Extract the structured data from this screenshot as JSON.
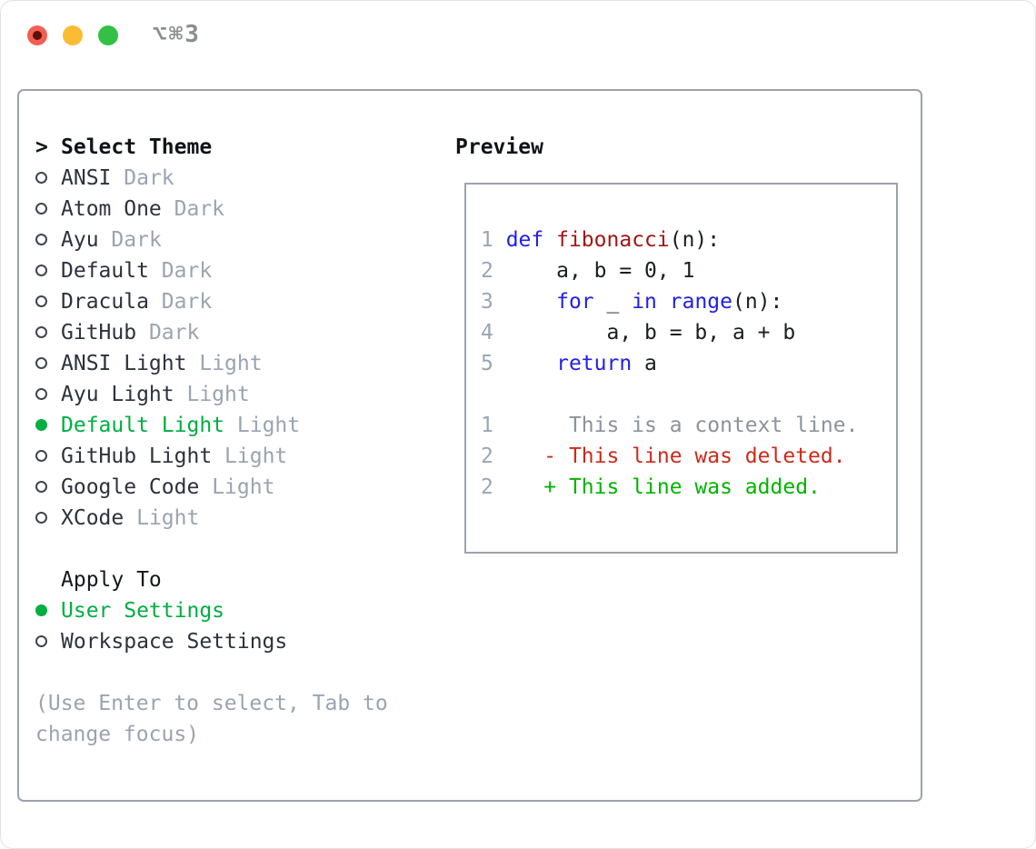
{
  "window": {
    "title": "⌥⌘3",
    "traffic_lights": [
      {
        "name": "close"
      },
      {
        "name": "minimize"
      },
      {
        "name": "zoom"
      }
    ]
  },
  "theme_picker": {
    "cursor": ">",
    "header": "Select Theme",
    "items": [
      {
        "name": "ANSI",
        "variant": "Dark",
        "selected": false
      },
      {
        "name": "Atom One",
        "variant": "Dark",
        "selected": false
      },
      {
        "name": "Ayu",
        "variant": "Dark",
        "selected": false
      },
      {
        "name": "Default",
        "variant": "Dark",
        "selected": false
      },
      {
        "name": "Dracula",
        "variant": "Dark",
        "selected": false
      },
      {
        "name": "GitHub",
        "variant": "Dark",
        "selected": false
      },
      {
        "name": "ANSI Light",
        "variant": "Light",
        "selected": false
      },
      {
        "name": "Ayu Light",
        "variant": "Light",
        "selected": false
      },
      {
        "name": "Default Light",
        "variant": "Light",
        "selected": true
      },
      {
        "name": "GitHub Light",
        "variant": "Light",
        "selected": false
      },
      {
        "name": "Google Code",
        "variant": "Light",
        "selected": false
      },
      {
        "name": "XCode",
        "variant": "Light",
        "selected": false
      }
    ]
  },
  "apply_to": {
    "header": "Apply To",
    "options": [
      {
        "label": "User Settings",
        "selected": true
      },
      {
        "label": "Workspace Settings",
        "selected": false
      }
    ]
  },
  "hint": "(Use Enter to select, Tab to change focus)",
  "preview": {
    "header": "Preview",
    "code_lines": [
      {
        "num": "1",
        "segments": [
          {
            "t": "def",
            "c": "kw"
          },
          {
            "t": " ",
            "c": "pl"
          },
          {
            "t": "fibonacci",
            "c": "fn"
          },
          {
            "t": "(n):",
            "c": "pl"
          }
        ]
      },
      {
        "num": "2",
        "segments": [
          {
            "t": "    a, b = 0, 1",
            "c": "pl"
          }
        ]
      },
      {
        "num": "3",
        "segments": [
          {
            "t": "    ",
            "c": "pl"
          },
          {
            "t": "for",
            "c": "kw"
          },
          {
            "t": " _ ",
            "c": "pl"
          },
          {
            "t": "in",
            "c": "kw"
          },
          {
            "t": " ",
            "c": "pl"
          },
          {
            "t": "range",
            "c": "kw"
          },
          {
            "t": "(n):",
            "c": "pl"
          }
        ]
      },
      {
        "num": "4",
        "segments": [
          {
            "t": "        a, b = b, a + b",
            "c": "pl"
          }
        ]
      },
      {
        "num": "5",
        "segments": [
          {
            "t": "    ",
            "c": "pl"
          },
          {
            "t": "return",
            "c": "kw"
          },
          {
            "t": " a",
            "c": "pl"
          }
        ]
      },
      {
        "num": "",
        "segments": []
      },
      {
        "num": "1",
        "segments": [
          {
            "t": "     This is a context line.",
            "c": "ctx"
          }
        ]
      },
      {
        "num": "2",
        "segments": [
          {
            "t": "   - This line was deleted.",
            "c": "del"
          }
        ]
      },
      {
        "num": "2",
        "segments": [
          {
            "t": "   + This line was added.",
            "c": "add"
          }
        ]
      }
    ]
  },
  "colors": {
    "selection_green": "#00ae42",
    "added_green": "#00b400",
    "deleted_red": "#cc2a1a",
    "keyword_blue": "#2020e8",
    "function_red": "#a31515",
    "muted_gray": "#9aa4b0",
    "border_gray": "#9ba3ad",
    "traffic_red": "#f25f55",
    "traffic_yellow": "#f9bc33",
    "traffic_green": "#32c146"
  }
}
